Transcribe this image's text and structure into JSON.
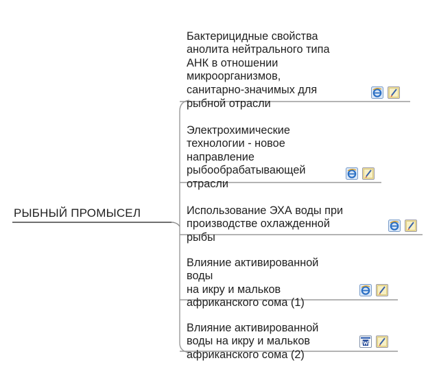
{
  "root": {
    "label": "РЫБНЫЙ ПРОМЫСЕЛ"
  },
  "topics": [
    {
      "text": "Бактерицидные свойства\nанолита нейтрального типа\nАНК в отношении\nмикроорганизмов,\nсанитарно-значимых для\nрыбной отрасли",
      "icons": [
        "ie-link-icon",
        "note-icon"
      ]
    },
    {
      "text": "Электрохимические\nтехнологии - новое\nнаправление\nрыбообрабатывающей\nотрасли",
      "icons": [
        "ie-link-icon",
        "note-icon"
      ]
    },
    {
      "text": "Использование ЭХА воды при\nпроизводстве охлажденной\nрыбы",
      "icons": [
        "ie-link-icon",
        "note-icon"
      ]
    },
    {
      "text": "Влияние активированной\nводы\nна икру и мальков\nафриканского сома (1)",
      "icons": [
        "ie-link-icon",
        "note-icon"
      ]
    },
    {
      "text": "Влияние активированной\nводы на икру и мальков\nафриканского сома (2)",
      "icons": [
        "word-doc-icon",
        "note-icon"
      ]
    }
  ],
  "colors": {
    "line": "#9a9a9a",
    "root_line": "#6f6f6f",
    "text": "#1f1f1f",
    "ie_blue": "#2a6fc4",
    "note_yellow": "#f1e09a"
  }
}
